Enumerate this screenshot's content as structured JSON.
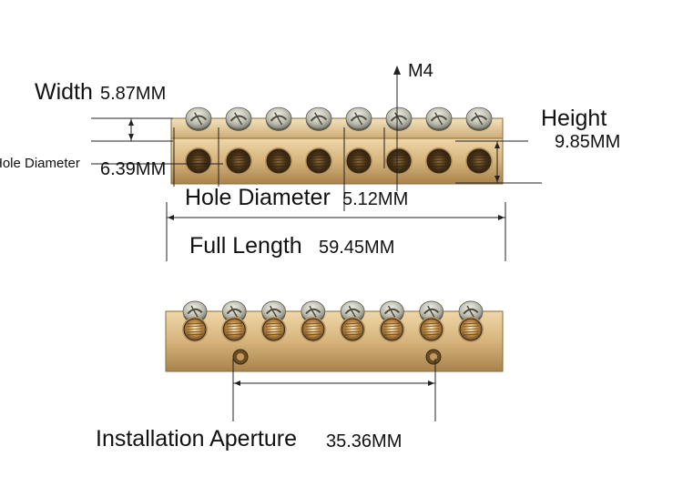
{
  "labels": {
    "width_title": "Width",
    "width_value": "5.87MM",
    "screw_size": "M4",
    "height_title": "Height",
    "height_value": "9.85MM",
    "hole_diameter_side_title": "Hole Diameter",
    "hole_diameter_side_value": "6.39MM",
    "hole_diameter_top_title": "Hole Diameter",
    "hole_diameter_top_value": "5.12MM",
    "full_length_title": "Full Length",
    "full_length_value": "59.45MM",
    "installation_title": "Installation Aperture",
    "installation_value": "35.36MM"
  },
  "colors": {
    "brass_light": "#e3c58f",
    "brass_mid": "#c9a56a",
    "brass_dark": "#8a6a3a",
    "hole_dark": "#3a2a14",
    "screw_silver": "#c8c8c0",
    "dimension_line": "#222222"
  },
  "product": {
    "top_bar_screw_count": 8,
    "bottom_bar_screw_count": 8,
    "bottom_bar_mount_hole_count": 2
  }
}
